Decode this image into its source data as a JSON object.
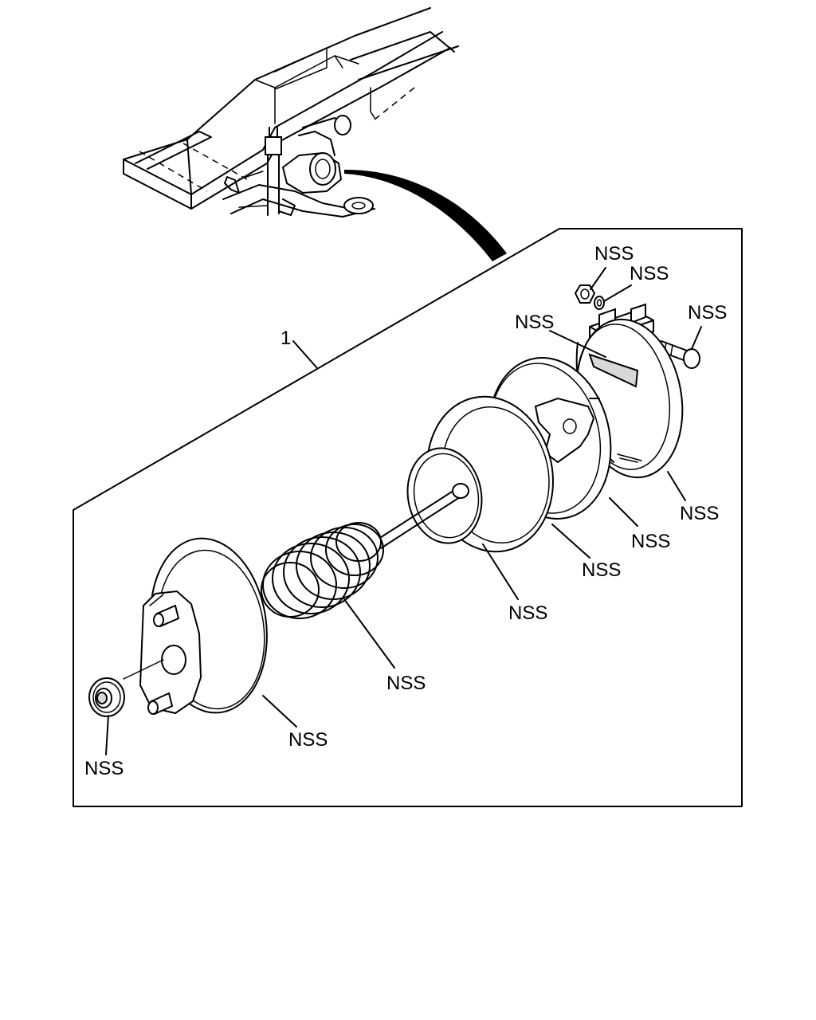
{
  "callouts": {
    "assembly": "1",
    "nut": "NSS",
    "washer": "NSS",
    "bolt": "NSS",
    "bracket": "NSS",
    "rear_housing": "NSS",
    "diaphragm": "NSS",
    "plate": "NSS",
    "ring": "NSS",
    "spring": "NSS",
    "front_housing": "NSS",
    "boot": "NSS"
  }
}
